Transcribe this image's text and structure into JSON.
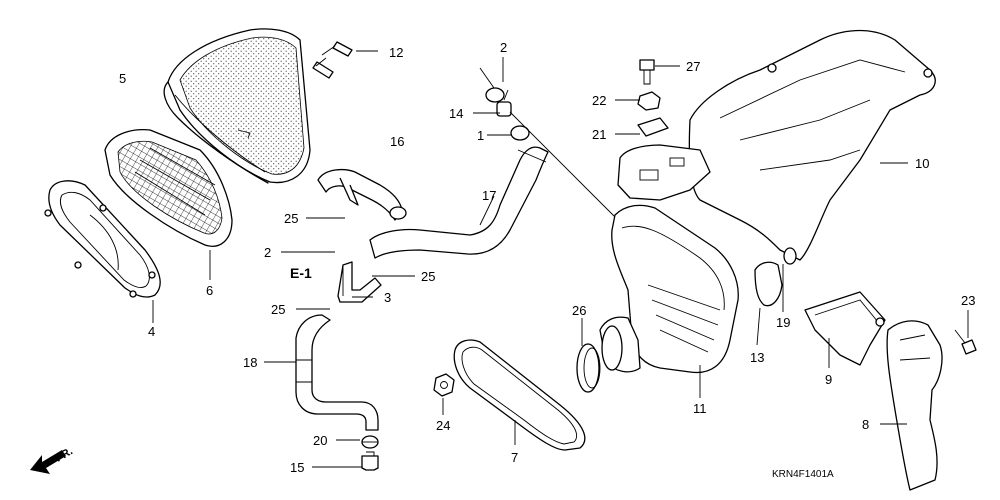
{
  "callouts": {
    "p1": "1",
    "p2a": "2",
    "p2b": "2",
    "p3": "3",
    "p4": "4",
    "p5": "5",
    "p6": "6",
    "p7": "7",
    "p8": "8",
    "p9": "9",
    "p10": "10",
    "p11": "11",
    "p12": "12",
    "p13": "13",
    "p14": "14",
    "p15": "15",
    "p16": "16",
    "p17": "17",
    "p18": "18",
    "p19": "19",
    "p20": "20",
    "p21": "21",
    "p22": "22",
    "p23": "23",
    "p24": "24",
    "p25a": "25",
    "p25b": "25",
    "p25c": "25",
    "p26": "26",
    "p27": "27"
  },
  "reference": "E-1",
  "front_marker": "FR.",
  "diagram_code": "KRN4F1401A"
}
